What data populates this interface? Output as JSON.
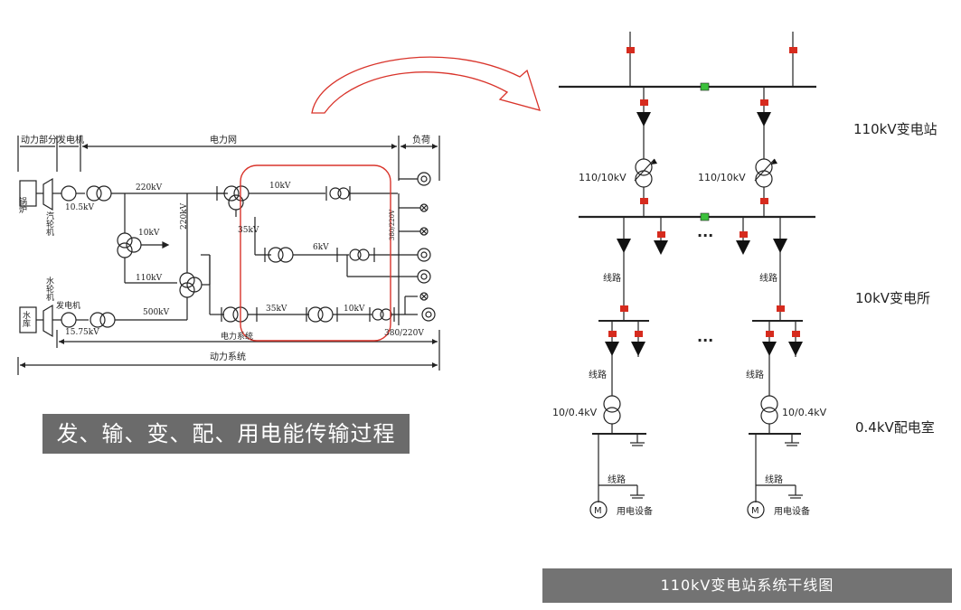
{
  "left_diagram": {
    "section_power": "动力部分",
    "section_generator": "发电机",
    "section_grid": "电力网",
    "section_load": "负荷",
    "boiler": "锅炉",
    "steam_turbine": "汽轮机",
    "water_turbine": "水轮机",
    "reservoir": "水库",
    "generator2": "发电机",
    "v_10_5": "10.5kV",
    "v_220a": "220kV",
    "v_220b": "220kV",
    "v_10_top": "10kV",
    "v_10_mid": "10kV",
    "v_35_mid": "35kV",
    "v_6": "6kV",
    "v_110": "110kV",
    "v_500": "500kV",
    "v_15_75": "15.75kV",
    "v_35_low": "35kV",
    "v_10_low": "10kV",
    "v_380_vert": "380/220V",
    "v_380": "380/220V",
    "power_system": "电力系统",
    "dynamic_system": "动力系统"
  },
  "caption_left": "发、输、变、配、用电能传输过程",
  "right_diagram": {
    "tr_110_10_a": "110/10kV",
    "tr_110_10_b": "110/10kV",
    "dots_a": "···",
    "dots_b": "···",
    "line_a1": "线路",
    "line_b1": "线路",
    "line_a2": "线路",
    "line_b2": "线路",
    "tr_10_04_a": "10/0.4kV",
    "tr_10_04_b": "10/0.4kV",
    "line_a3": "线路",
    "line_b3": "线路",
    "motor_a": "M",
    "motor_b": "M",
    "equip_a": "用电设备",
    "equip_b": "用电设备"
  },
  "level_labels": {
    "l110": "110kV变电站",
    "l10": "10kV变电所",
    "l04": "0.4kV配电室"
  },
  "caption_right": "110kV变电站系统干线图",
  "colors": {
    "breaker_red": "#d62b1e",
    "breaker_green": "#3cc13c",
    "highlight_red": "#d9342b",
    "caption_bg": "#6b6b6b"
  }
}
